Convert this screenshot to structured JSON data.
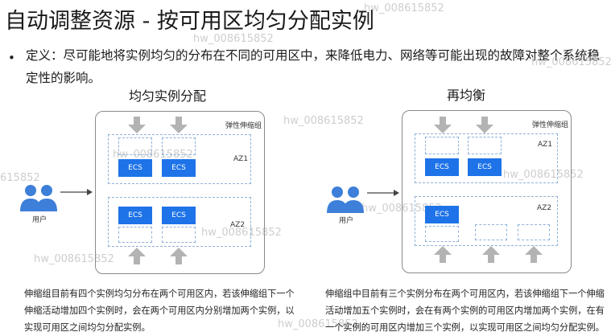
{
  "title": "自动调整资源 - 按可用区均匀分配实例",
  "bullet": "•",
  "definition": "定义：尽可能地将实例均匀的分布在不同的可用区中，来降低电力、网络等可能出现的故障对整个系统稳定性的影响。",
  "left": {
    "heading": "均匀实例分配",
    "group_label": "弹性伸缩组",
    "user_label": "用户",
    "az1_label": "AZ1",
    "az2_label": "AZ2",
    "ecs_label": "ECS",
    "caption": "伸缩组目前有四个实例均匀分布在两个可用区内，若该伸缩组下一个伸缩活动增加四个实例时，会在两个可用区内分别增加两个实例，以实现可用区之间均匀分配实例。"
  },
  "right": {
    "heading": "再均衡",
    "group_label": "弹性伸缩组",
    "user_label": "用户",
    "az1_label": "AZ1",
    "az2_label": "AZ2",
    "ecs_label": "ECS",
    "caption": "伸缩组中目前有三个实例分布在两个可用区内，若该伸缩组下一个伸缩活动增加五个实例时，会在有两个实例的可用区内增加两个实例，在有一个实例的可用区内增加三个实例，以实现可用区之间均匀分配实例。"
  },
  "watermark": "hw_008615852",
  "watermark_partial": "615852",
  "colors": {
    "ecs": "#1e73e8",
    "dashed": "#8fb1d8",
    "arrow": "#b3b3b3",
    "user": "#3d7fd9"
  }
}
